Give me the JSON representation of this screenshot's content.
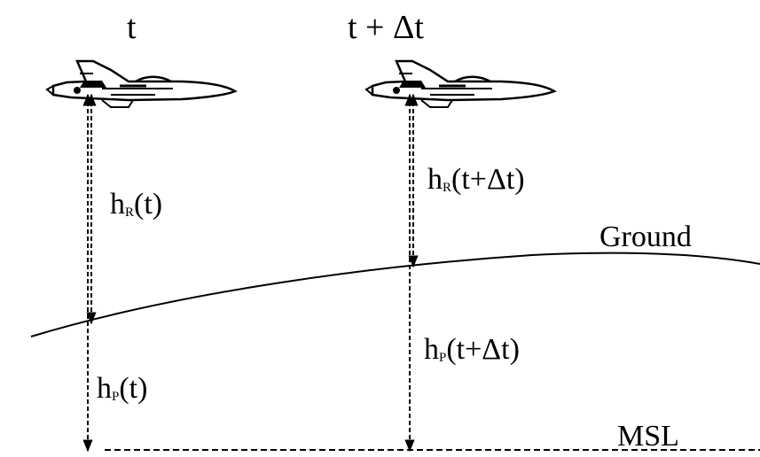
{
  "labels": {
    "time_1": "t",
    "time_2": "t + Δt",
    "hr_1": {
      "base": "h",
      "sub": "R",
      "arg": "(t)"
    },
    "hr_2": {
      "base": "h",
      "sub": "R",
      "arg": "(t+Δt)"
    },
    "hp_1": {
      "base": "h",
      "sub": "P",
      "arg": "(t)"
    },
    "hp_2": {
      "base": "h",
      "sub": "P",
      "arg": "(t+Δt)"
    },
    "ground": "Ground",
    "msl": "MSL"
  }
}
